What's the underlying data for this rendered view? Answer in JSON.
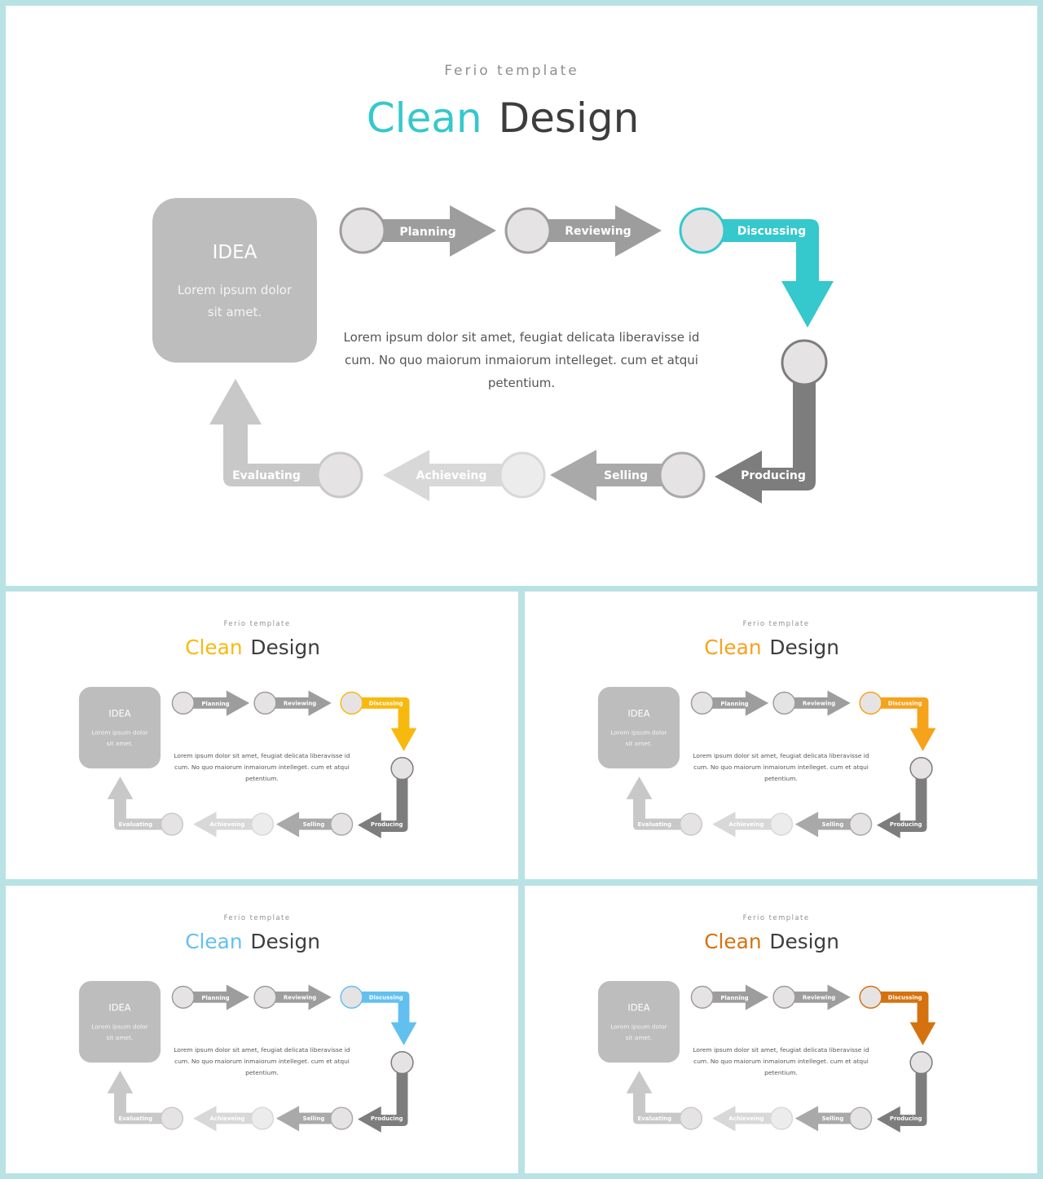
{
  "template": {
    "subtitle": "Ferio template",
    "title_accent": "Clean",
    "title_rest": "Design",
    "idea": {
      "title": "IDEA",
      "text_line1": "Lorem ipsum dolor",
      "text_line2": "sit amet."
    },
    "body_lines": [
      "Lorem ipsum dolor sit amet, feugiat delicata liberavisse id",
      "cum. No quo maiorum inmaiorum intelleget.  cum et atqui",
      "petentium."
    ],
    "steps": {
      "planning": "Planning",
      "reviewing": "Reviewing",
      "discussing": "Discussing",
      "producing": "Producing",
      "selling": "Selling",
      "achieving": "Achieveing",
      "evaluating": "Evaluating"
    }
  },
  "slides": [
    {
      "id": "main",
      "accent": "#35c8cc"
    },
    {
      "id": "yellow",
      "accent": "#f8b90f"
    },
    {
      "id": "orange",
      "accent": "#f7a21b"
    },
    {
      "id": "blue",
      "accent": "#62c0f0"
    },
    {
      "id": "rust",
      "accent": "#d5720f"
    }
  ]
}
